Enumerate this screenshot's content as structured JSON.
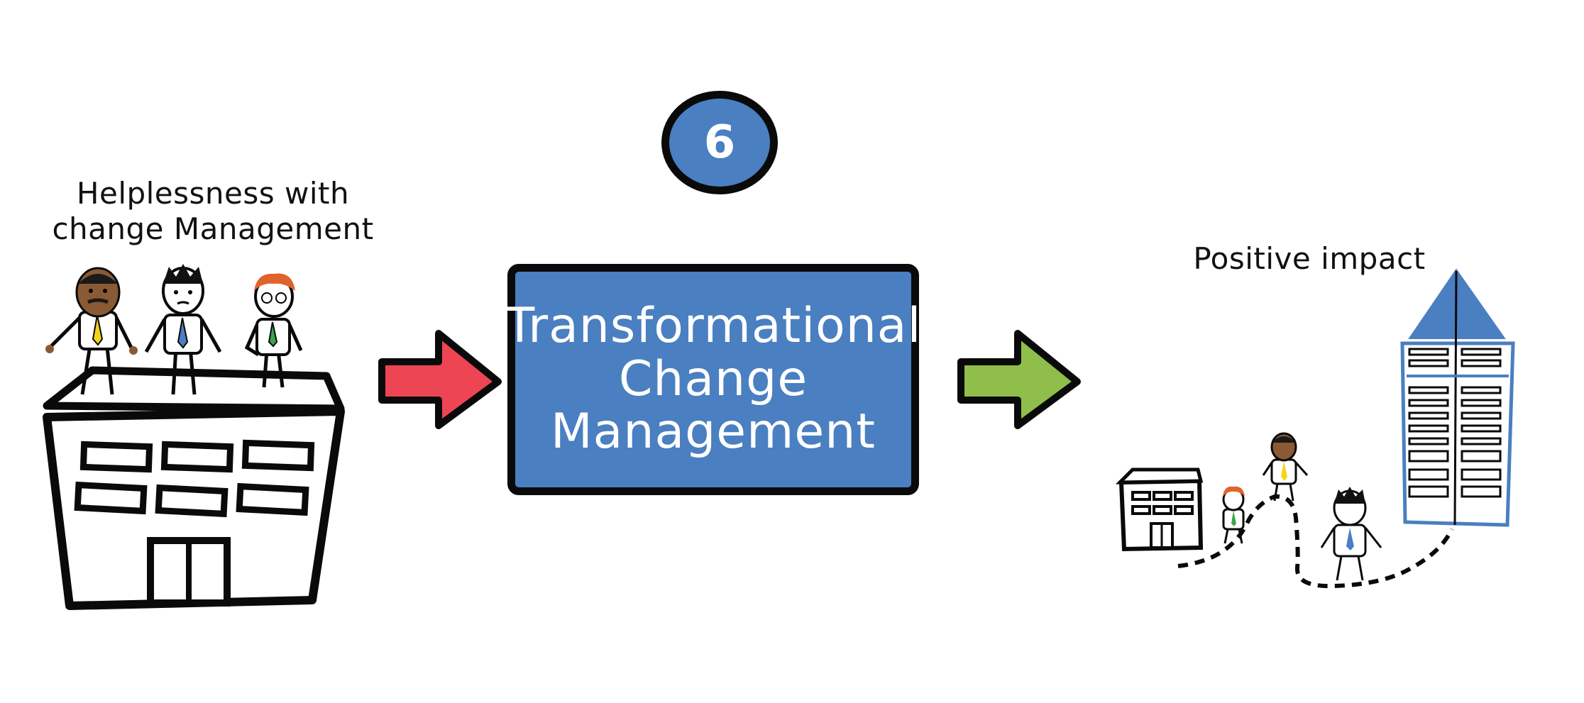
{
  "step": {
    "number": "6"
  },
  "left": {
    "caption_line1": "Helplessness with",
    "caption_line2": "change Management"
  },
  "center": {
    "line1": "Transformational",
    "line2": "Change",
    "line3": "Management"
  },
  "right": {
    "caption": "Positive impact"
  },
  "colors": {
    "accent_blue": "#4a7fc1",
    "arrow_red": "#ee4555",
    "arrow_green": "#8fbe4a",
    "outline": "#0a0a0a"
  },
  "icons": [
    "building-icon",
    "person-icon",
    "arrow-right-icon",
    "skyscraper-icon",
    "dashed-path-icon"
  ]
}
